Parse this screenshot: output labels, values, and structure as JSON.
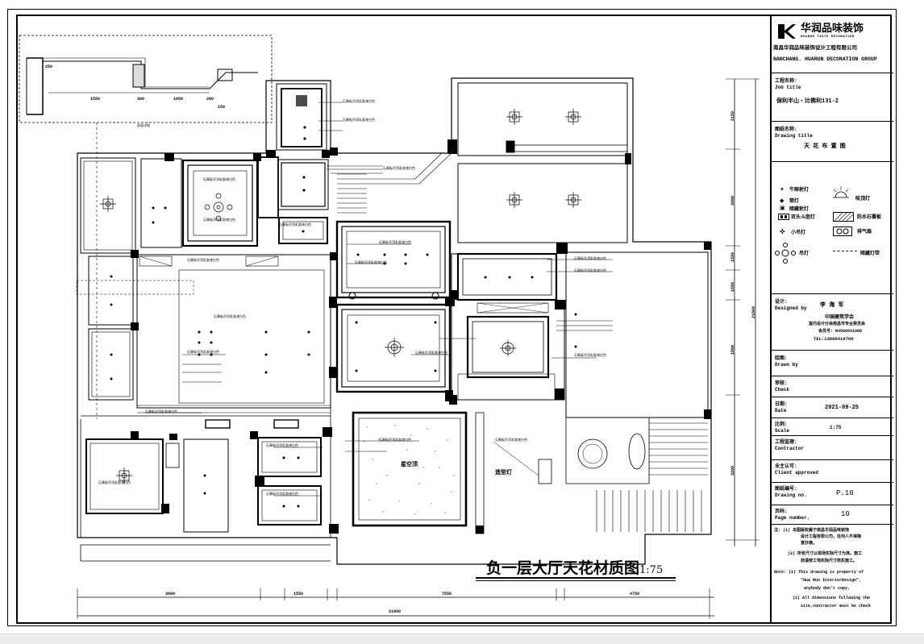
{
  "drawing": {
    "title_cn": "负一层大厅天花材质图",
    "scale_suffix": "1:75",
    "detail_caption": "剖面详图",
    "room_labels": {
      "sky_light": "星空顶",
      "feature_light": "造型灯"
    },
    "callout_text": "石膏板吊顶乳胶漆白色",
    "dims_bottom": [
      "3000",
      "1550",
      "7550",
      "4750"
    ],
    "dims_total": "21800",
    "dims_detail": [
      "250",
      "1550",
      "300",
      "1050",
      "200",
      "150"
    ],
    "dims_right": [
      "2150",
      "3000",
      "1550",
      "1650",
      "1800",
      "3200"
    ],
    "dims_right_total": "21800"
  },
  "title_block": {
    "company_logo_cn": "华润品味装饰",
    "company_logo_en": "HUARUN TASTE DECORATION",
    "company_name_cn": "南昌华润品味装饰设计工程有限公司",
    "company_name_en": "NANCHANG. HUARUN DECORATION GROUP",
    "job_title_cn": "工程名称:",
    "job_title_en": "Job title",
    "job_title_value": "保利半山・比佛利131-2",
    "drawing_title_cn": "图纸名称:",
    "drawing_title_en": "Drawing title",
    "drawing_title_value": "天 花 布 置 图",
    "legend": [
      {
        "icon": "downlight-icon",
        "label": "牛眼射灯"
      },
      {
        "icon": "spotlight-icon",
        "label": "筒灯"
      },
      {
        "icon": "vent-icon",
        "label": "暗藏射灯"
      },
      {
        "icon": "ceiling-lamp-icon",
        "label": "吸顶灯"
      },
      {
        "icon": "linear-light-icon",
        "label": "双头斗胆灯"
      },
      {
        "icon": "hatch-icon",
        "label": "防水石膏板"
      },
      {
        "icon": "pendant-small-icon",
        "label": "小吊灯"
      },
      {
        "icon": "exhaust-fan-icon",
        "label": "排气扇"
      },
      {
        "icon": "chandelier-icon",
        "label": "吊灯"
      },
      {
        "icon": "led-strip-icon",
        "label": "暗藏灯带"
      }
    ],
    "designer_cn": "设计:",
    "designer_en": "Designed by",
    "designer_name": "李 海 军",
    "designer_assoc": "中国建筑学会",
    "designer_assoc_sub": "室内设计分会南昌市专业委员会",
    "designer_member": "会员号: R4500041088",
    "designer_tel": "TEL:13800419700",
    "drawn_cn": "绘图:",
    "drawn_en": "Drawn by",
    "check_cn": "审核:",
    "check_en": "Check",
    "date_cn": "日期:",
    "date_en": "Date",
    "date_value": "2021-09-25",
    "scale_cn": "比例:",
    "scale_en": "Scale",
    "scale_value": "1:75",
    "contractor_cn": "工程监理:",
    "contractor_en": "Contractor",
    "client_cn": "业主认可:",
    "client_en": "Client approved",
    "drawing_no_cn": "图纸编号:",
    "drawing_no_en": "Drawing no.",
    "drawing_no_value": "P.10",
    "page_cn": "页码:",
    "page_en": "Page number.",
    "page_value": "10",
    "notes_cn_1": "注: (1) 本图版权属于南昌华润品味装饰",
    "notes_cn_1b": "设计工程有限公司，任何人不得随",
    "notes_cn_1c": "意抄袭。",
    "notes_cn_2": "(2) 所有尺寸以现场实际尺寸为准。施工",
    "notes_cn_2b": "前请按工地实际尺寸核实施工。",
    "notes_en_1": "Note: (1) This drawing is property of",
    "notes_en_1b": "\"Hua Run InteriorDesign\",",
    "notes_en_1c": "anybody don't copy.",
    "notes_en_2": "(2) All dimensions following the",
    "notes_en_2b": "site,contractor must be check"
  },
  "colors": {
    "line": "#000000",
    "background": "#ffffff",
    "status_bar": "#eeeeee"
  }
}
